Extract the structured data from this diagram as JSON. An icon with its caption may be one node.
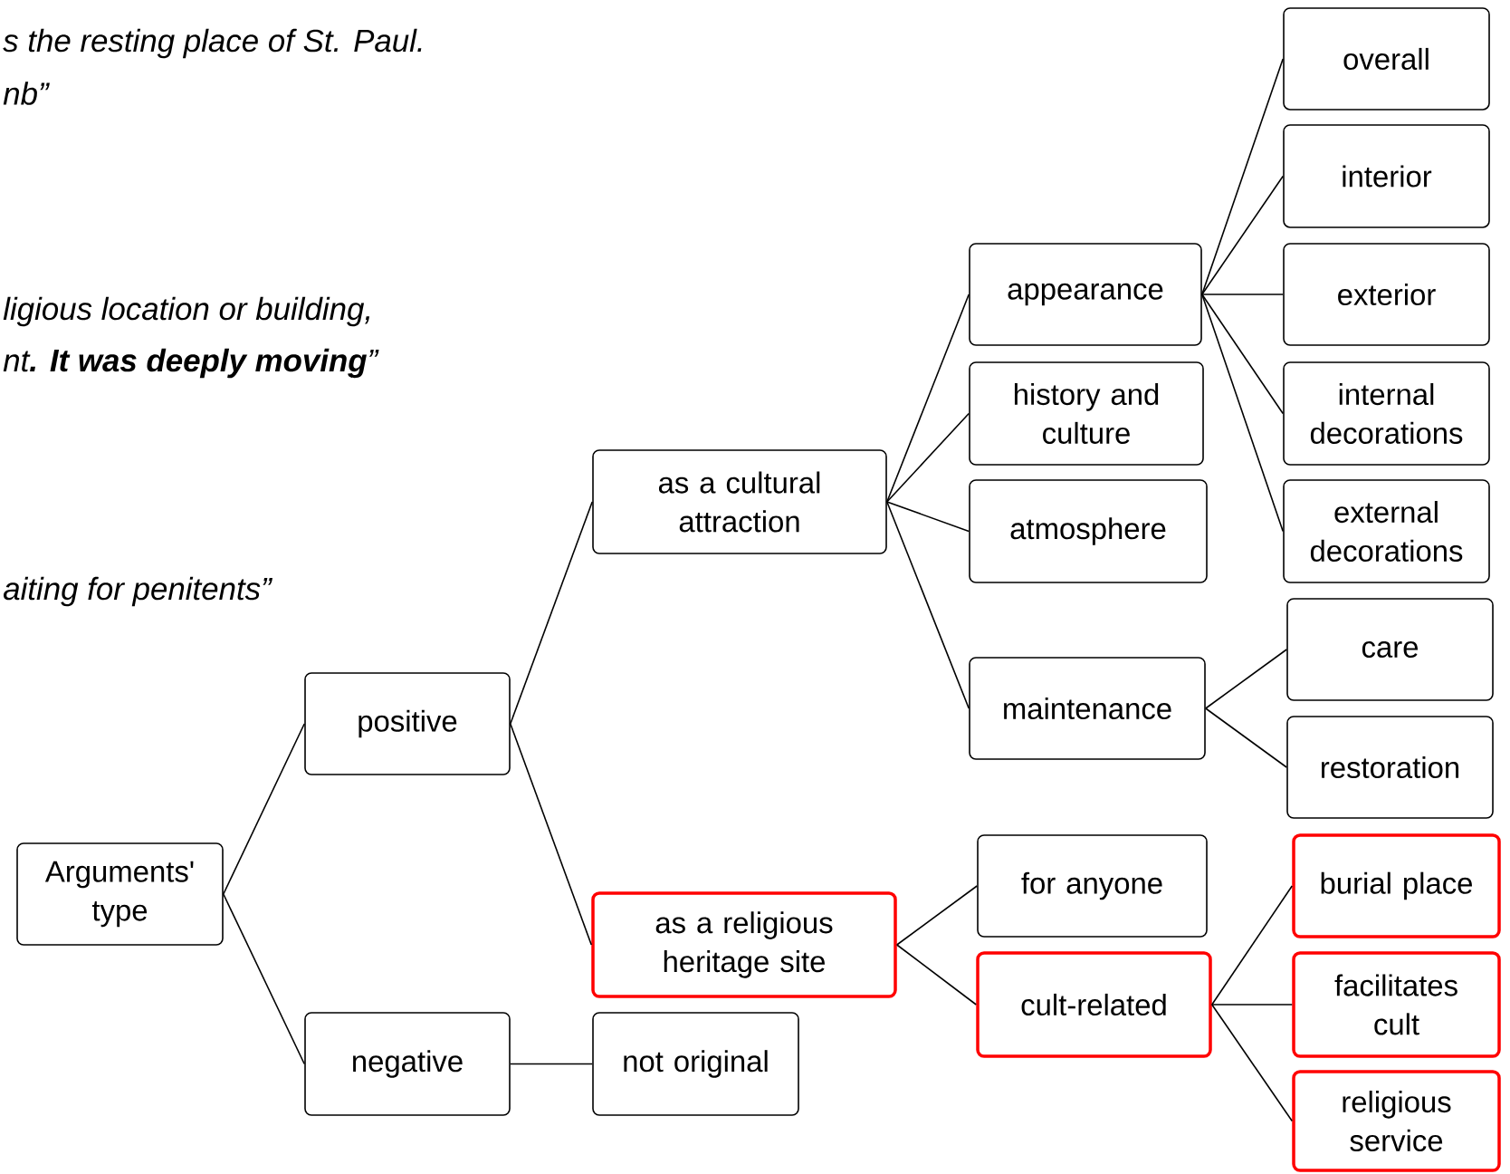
{
  "diagram": {
    "nodes": [
      {
        "text": [
          "Arguments' type"
        ]
      },
      {
        "text": [
          "positive"
        ]
      },
      {
        "text": [
          "negative"
        ]
      },
      {
        "text": [
          "as a cultural attraction"
        ]
      },
      {
        "text": [
          "as a religious heritage site"
        ]
      },
      {
        "text": [
          "not original"
        ]
      },
      {
        "text": [
          "appearance"
        ]
      },
      {
        "text": [
          "history and culture"
        ]
      },
      {
        "text": [
          "atmosphere"
        ]
      },
      {
        "text": [
          "maintenance"
        ]
      },
      {
        "text": [
          "for anyone"
        ]
      },
      {
        "text": [
          "cult-related"
        ]
      },
      {
        "text": [
          "overall"
        ]
      },
      {
        "text": [
          "interior"
        ]
      },
      {
        "text": [
          "exterior"
        ]
      },
      {
        "text": [
          "internal decorations"
        ]
      },
      {
        "text": [
          "external decorations"
        ]
      },
      {
        "text": [
          "care"
        ]
      },
      {
        "text": [
          "restoration"
        ]
      },
      {
        "text": [
          "burial place"
        ]
      },
      {
        "text": [
          "facilitates cult"
        ]
      },
      {
        "text": [
          "religious service"
        ]
      }
    ],
    "edges": [
      {
        "from": 0,
        "to": 1,
        "arrow": "none"
      },
      {
        "from": 0,
        "to": 2,
        "arrow": "none"
      },
      {
        "from": 1,
        "to": 3,
        "arrow": "none"
      },
      {
        "from": 1,
        "to": 4,
        "arrow": "none"
      },
      {
        "from": 2,
        "to": 5,
        "arrow": "none"
      },
      {
        "from": 3,
        "to": 6,
        "arrow": "none"
      },
      {
        "from": 3,
        "to": 7,
        "arrow": "none"
      },
      {
        "from": 3,
        "to": 8,
        "arrow": "none"
      },
      {
        "from": 3,
        "to": 9,
        "arrow": "none"
      },
      {
        "from": 4,
        "to": 10,
        "arrow": "none"
      },
      {
        "from": 4,
        "to": 11,
        "arrow": "none"
      },
      {
        "from": 6,
        "to": 12,
        "arrow": "none"
      },
      {
        "from": 6,
        "to": 13,
        "arrow": "none"
      },
      {
        "from": 6,
        "to": 14,
        "arrow": "none"
      },
      {
        "from": 6,
        "to": 15,
        "arrow": "none"
      },
      {
        "from": 6,
        "to": 16,
        "arrow": "none"
      },
      {
        "from": 9,
        "to": 17,
        "arrow": "none"
      },
      {
        "from": 9,
        "to": 18,
        "arrow": "none"
      },
      {
        "from": 11,
        "to": 19,
        "arrow": "none"
      },
      {
        "from": 11,
        "to": 20,
        "arrow": "none"
      },
      {
        "from": 11,
        "to": 21,
        "arrow": "none"
      }
    ],
    "labels": [
      "s the resting place of St. Paul.",
      "nb”",
      "ligious location or building,",
      "nt**. It was deeply moving**”",
      "aiting for penitents”"
    ]
  }
}
